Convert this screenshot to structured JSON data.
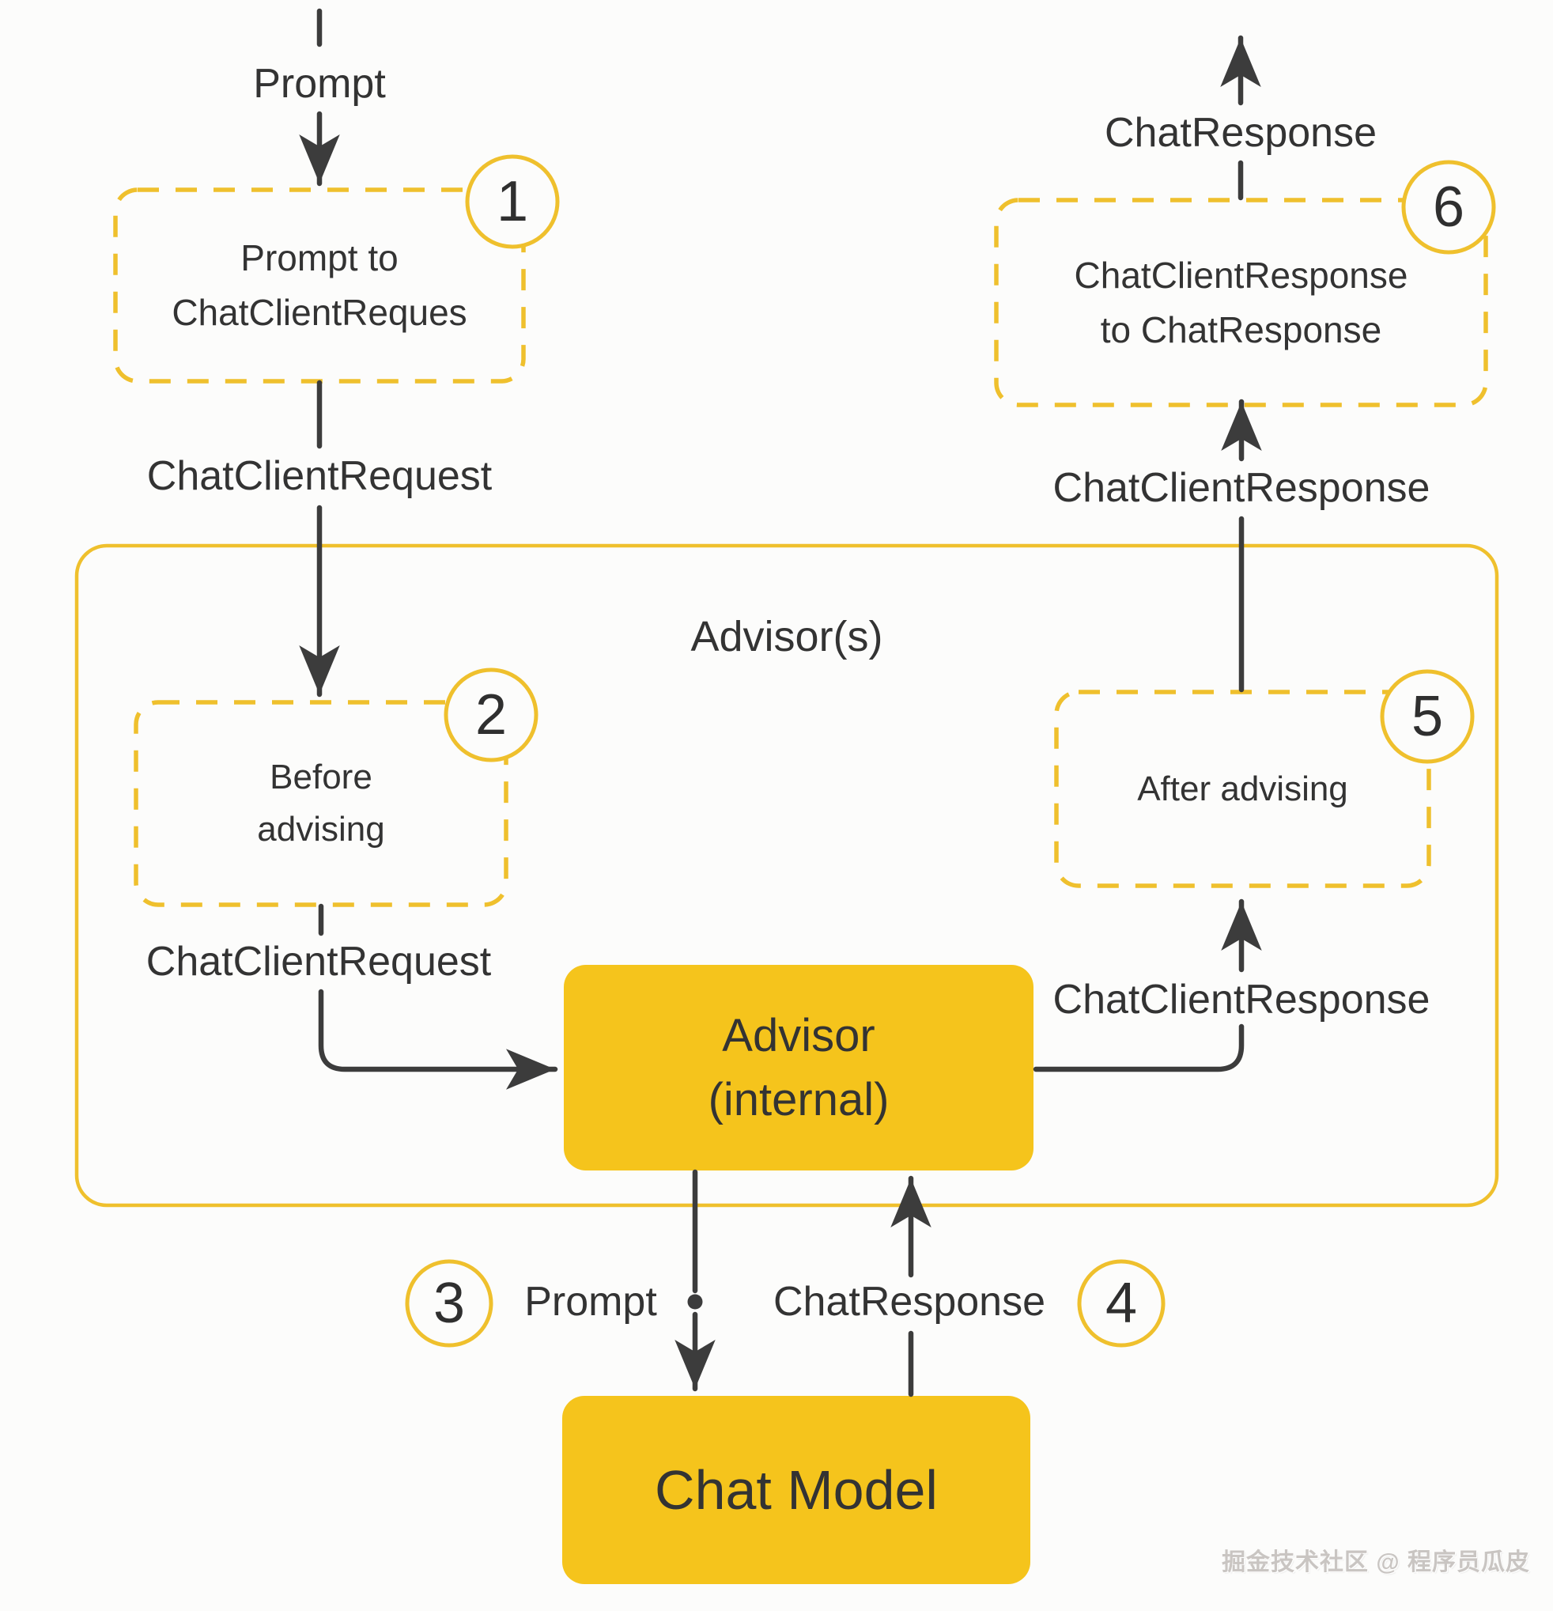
{
  "colors": {
    "background": "#FCFCFB",
    "box_fill": "#F5C41C",
    "accent_stroke": "#EFC02D",
    "line": "#3C3C3C",
    "text": "#333333",
    "watermark_text": "#C9C5C2"
  },
  "container": {
    "title": "Advisor(s)"
  },
  "nodes": {
    "box1": {
      "step": "1",
      "line1": "Prompt to",
      "line2": "ChatClientReques"
    },
    "box2": {
      "step": "2",
      "line1": "Before",
      "line2": "advising"
    },
    "box5": {
      "step": "5",
      "label": "After advising"
    },
    "box6": {
      "step": "6",
      "line1": "ChatClientResponse",
      "line2": "to ChatResponse"
    },
    "advisor_internal": {
      "line1": "Advisor",
      "line2": "(internal)"
    },
    "chat_model": {
      "label": "Chat Model"
    }
  },
  "edges": {
    "prompt_in": "Prompt",
    "chat_client_request_top": "ChatClientRequest",
    "chat_client_request_inner": "ChatClientRequest",
    "prompt_to_model": "Prompt",
    "chat_response_from_model": "ChatResponse",
    "chat_client_response_inner": "ChatClientResponse",
    "chat_client_response_top": "ChatClientResponse",
    "chat_response_out": "ChatResponse"
  },
  "steps": {
    "step3": "3",
    "step4": "4"
  },
  "watermark": "掘金技术社区 @ 程序员瓜皮"
}
